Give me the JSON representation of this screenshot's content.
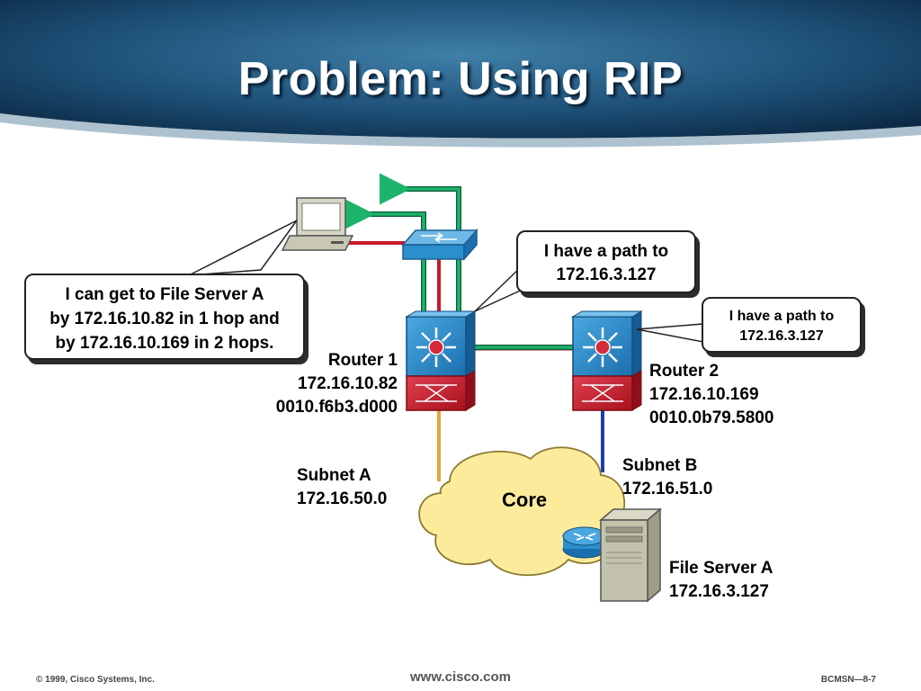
{
  "slide": {
    "title": "Problem: Using RIP"
  },
  "callouts": {
    "pc": [
      "I can get to File Server A",
      "by 172.16.10.82 in 1 hop and",
      "by 172.16.10.169 in 2 hops."
    ],
    "router1": [
      "I have a path to",
      "172.16.3.127"
    ],
    "router2": [
      "I have a path to",
      "172.16.3.127"
    ]
  },
  "router1": {
    "name": "Router 1",
    "ip": "172.16.10.82",
    "mac": "0010.f6b3.d000"
  },
  "router2": {
    "name": "Router 2",
    "ip": "172.16.10.169",
    "mac": "0010.0b79.5800"
  },
  "subnet_a": {
    "name": "Subnet A",
    "net": "172.16.50.0"
  },
  "subnet_b": {
    "name": "Subnet B",
    "net": "172.16.51.0"
  },
  "core": {
    "label": "Core"
  },
  "file_server": {
    "name": "File Server A",
    "ip": "172.16.3.127"
  },
  "footer": {
    "copyright": "© 1999, Cisco Systems, Inc.",
    "url": "www.cisco.com",
    "code": "BCMSN—8-7"
  },
  "colors": {
    "header": "#1d4f76",
    "path_green": "#1db36b",
    "router_blue": "#2b8fcc",
    "router_red": "#c8192a",
    "cloud": "#fdeb9c",
    "link_orange": "#e4a53c",
    "link_blue": "#1c3fb0"
  }
}
